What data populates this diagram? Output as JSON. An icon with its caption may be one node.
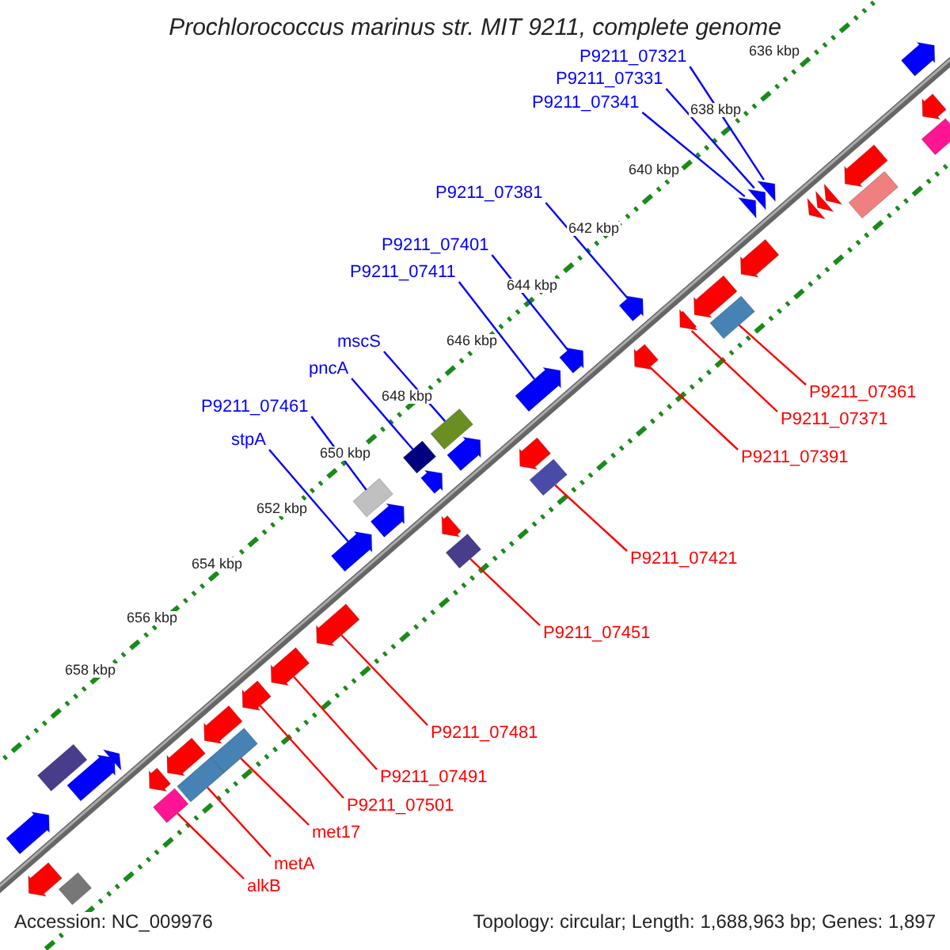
{
  "diagram": {
    "title": "Prochlorococcus marinus str. MIT 9211, complete genome",
    "nodes": [
      {
        "text": [
          "P9211_07321"
        ]
      },
      {
        "text": [],
        "shape": "arrow"
      },
      {
        "text": [
          "P9211_07331"
        ]
      },
      {
        "text": [],
        "shape": "arrow"
      },
      {
        "text": [
          "P9211_07341"
        ]
      },
      {
        "text": [],
        "shape": "arrow"
      },
      {
        "text": [
          "P9211_07381"
        ]
      },
      {
        "text": [],
        "shape": "arrow"
      },
      {
        "text": [
          "P9211_07401"
        ]
      },
      {
        "text": [],
        "shape": "arrow"
      },
      {
        "text": [
          "P9211_07411"
        ]
      },
      {
        "text": [],
        "shape": "arrow"
      },
      {
        "text": [
          "mscS"
        ]
      },
      {
        "text": [],
        "shape": "box"
      },
      {
        "text": [
          "pncA"
        ]
      },
      {
        "text": [],
        "shape": "box"
      },
      {
        "text": [
          "P9211_07461"
        ]
      },
      {
        "text": [],
        "shape": "box"
      },
      {
        "text": [
          "stpA"
        ]
      },
      {
        "text": [],
        "shape": "arrow"
      },
      {
        "text": [
          "P9211_07361"
        ]
      },
      {
        "text": [],
        "shape": "box"
      },
      {
        "text": [
          "P9211_07371"
        ]
      },
      {
        "text": [],
        "shape": "arrow"
      },
      {
        "text": [
          "P9211_07391"
        ]
      },
      {
        "text": [],
        "shape": "arrow"
      },
      {
        "text": [
          "P9211_07421"
        ]
      },
      {
        "text": [],
        "shape": "box"
      },
      {
        "text": [
          "P9211_07451"
        ]
      },
      {
        "text": [],
        "shape": "box"
      },
      {
        "text": [
          "P9211_07481"
        ]
      },
      {
        "text": [],
        "shape": "arrow"
      },
      {
        "text": [
          "P9211_07491"
        ]
      },
      {
        "text": [],
        "shape": "arrow"
      },
      {
        "text": [
          "P9211_07501"
        ]
      },
      {
        "text": [],
        "shape": "arrow"
      },
      {
        "text": [
          "met17"
        ]
      },
      {
        "text": [],
        "shape": "box"
      },
      {
        "text": [
          "metA"
        ]
      },
      {
        "text": [],
        "shape": "box"
      },
      {
        "text": [
          "alkB"
        ]
      },
      {
        "text": [],
        "shape": "box"
      },
      {
        "text": [],
        "shape": "arrow"
      },
      {
        "text": [],
        "shape": "arrow"
      },
      {
        "text": [],
        "shape": "arrow"
      },
      {
        "text": [],
        "shape": "arrow"
      },
      {
        "text": [],
        "shape": "box"
      },
      {
        "text": [],
        "shape": "arrow"
      },
      {
        "text": [],
        "shape": "arrow"
      },
      {
        "text": [],
        "shape": "arrow"
      },
      {
        "text": [],
        "shape": "arrow"
      },
      {
        "text": [],
        "shape": "box"
      },
      {
        "text": [],
        "shape": "arrow"
      },
      {
        "text": [],
        "shape": "box"
      },
      {
        "text": [],
        "shape": "arrow"
      },
      {
        "text": [],
        "shape": "arrow"
      },
      {
        "text": [],
        "shape": "arrow"
      },
      {
        "text": [],
        "shape": "arrow"
      },
      {
        "text": [],
        "shape": "arrow"
      },
      {
        "text": [],
        "shape": "arrow"
      },
      {
        "text": [],
        "shape": "arrow"
      },
      {
        "text": [],
        "shape": "arrow"
      },
      {
        "text": [],
        "shape": "arrow"
      },
      {
        "text": [],
        "shape": "arrow"
      },
      {
        "text": [],
        "shape": "arrow"
      },
      {
        "text": [],
        "shape": "box"
      }
    ],
    "edges": [
      {
        "from": 0,
        "to": 1,
        "arrow": "none",
        "color": "#0000ff"
      },
      {
        "from": 2,
        "to": 3,
        "arrow": "none",
        "color": "#0000ff"
      },
      {
        "from": 4,
        "to": 5,
        "arrow": "none",
        "color": "#0000ff"
      },
      {
        "from": 6,
        "to": 7,
        "arrow": "none",
        "color": "#0000ff"
      },
      {
        "from": 8,
        "to": 9,
        "arrow": "none",
        "color": "#0000ff"
      },
      {
        "from": 10,
        "to": 11,
        "arrow": "none",
        "color": "#0000ff"
      },
      {
        "from": 12,
        "to": 13,
        "arrow": "none",
        "color": "#0000ff"
      },
      {
        "from": 14,
        "to": 15,
        "arrow": "none",
        "color": "#0000ff"
      },
      {
        "from": 16,
        "to": 17,
        "arrow": "none",
        "color": "#0000ff"
      },
      {
        "from": 18,
        "to": 19,
        "arrow": "none",
        "color": "#0000ff"
      },
      {
        "from": 20,
        "to": 21,
        "arrow": "none"
      },
      {
        "from": 22,
        "to": 23,
        "arrow": "none"
      },
      {
        "from": 24,
        "to": 25,
        "arrow": "none"
      },
      {
        "from": 26,
        "to": 27,
        "arrow": "none"
      },
      {
        "from": 28,
        "to": 29,
        "arrow": "none"
      },
      {
        "from": 30,
        "to": 31,
        "arrow": "none"
      },
      {
        "from": 32,
        "to": 33,
        "arrow": "none"
      },
      {
        "from": 34,
        "to": 35,
        "arrow": "none"
      },
      {
        "from": 36,
        "to": 37,
        "arrow": "none"
      },
      {
        "from": 38,
        "to": 39,
        "arrow": "none"
      },
      {
        "from": 40,
        "to": 41,
        "arrow": "none"
      }
    ],
    "labels": [
      "636 kbp",
      "638 kbp",
      "640 kbp",
      "642 kbp",
      "644 kbp",
      "646 kbp",
      "648 kbp",
      "650 kbp",
      "652 kbp",
      "654 kbp",
      "656 kbp",
      "658 kbp",
      "Accession: NC_009976",
      "Topology: circular; Length: 1,688,963 bp; Genes: 1,897"
    ]
  }
}
